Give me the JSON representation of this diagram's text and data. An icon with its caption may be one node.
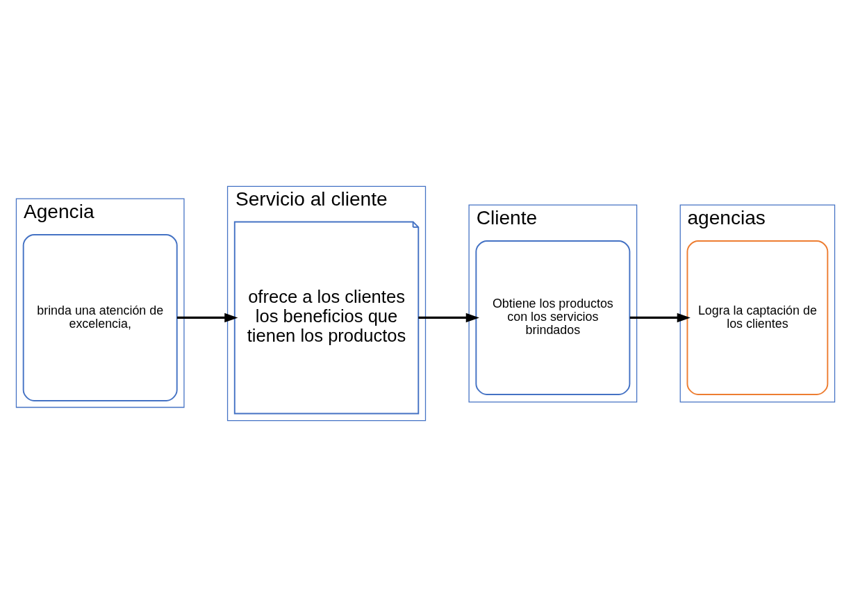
{
  "diagram": {
    "nodes": [
      {
        "text": [
          "Agencia"
        ]
      },
      {
        "text": [
          "Servicio al cliente"
        ]
      },
      {
        "text": [
          "Cliente"
        ]
      },
      {
        "text": [
          "agencias"
        ]
      },
      {
        "text": [
          "brinda una atención de excelencia,"
        ],
        "in": 0
      },
      {
        "text": [
          "ofrece a los clientes los beneficios que tienen los productos"
        ],
        "in": 1
      },
      {
        "text": [
          "Obtiene los productos con los servicios brindados"
        ],
        "in": 2
      },
      {
        "text": [
          "Logra la captación de los clientes"
        ],
        "in": 3
      }
    ],
    "edges": [
      {
        "from": 4,
        "to": 5,
        "arrow": "to"
      },
      {
        "from": 5,
        "to": 6,
        "arrow": "to"
      },
      {
        "from": 6,
        "to": 7,
        "arrow": "to"
      }
    ]
  }
}
